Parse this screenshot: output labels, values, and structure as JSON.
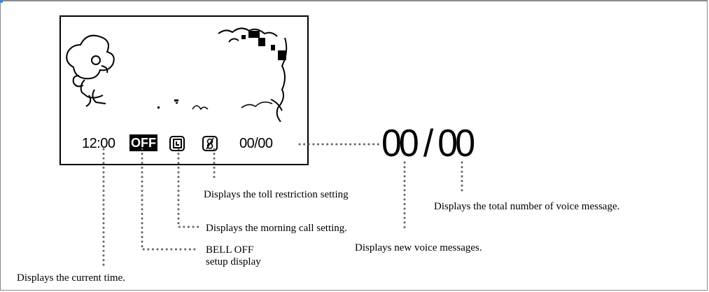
{
  "screen": {
    "time": "12:00",
    "bell_badge": "OFF",
    "message_count": "00/00"
  },
  "enlarged": {
    "new_messages": "00",
    "separator": "/",
    "total_messages": "00"
  },
  "callouts": {
    "toll": "Displays the toll restriction setting",
    "total": "Displays the total number of voice message.",
    "morning": "Displays the morning call setting.",
    "new": "Displays new voice messages.",
    "bell_line1": "BELL OFF",
    "bell_line2": "setup display",
    "time": "Displays the current time."
  },
  "icons": {
    "morning_call": "clock-icon",
    "toll_restriction": "no-toll-icon",
    "character": "cartoon-character-icon"
  }
}
